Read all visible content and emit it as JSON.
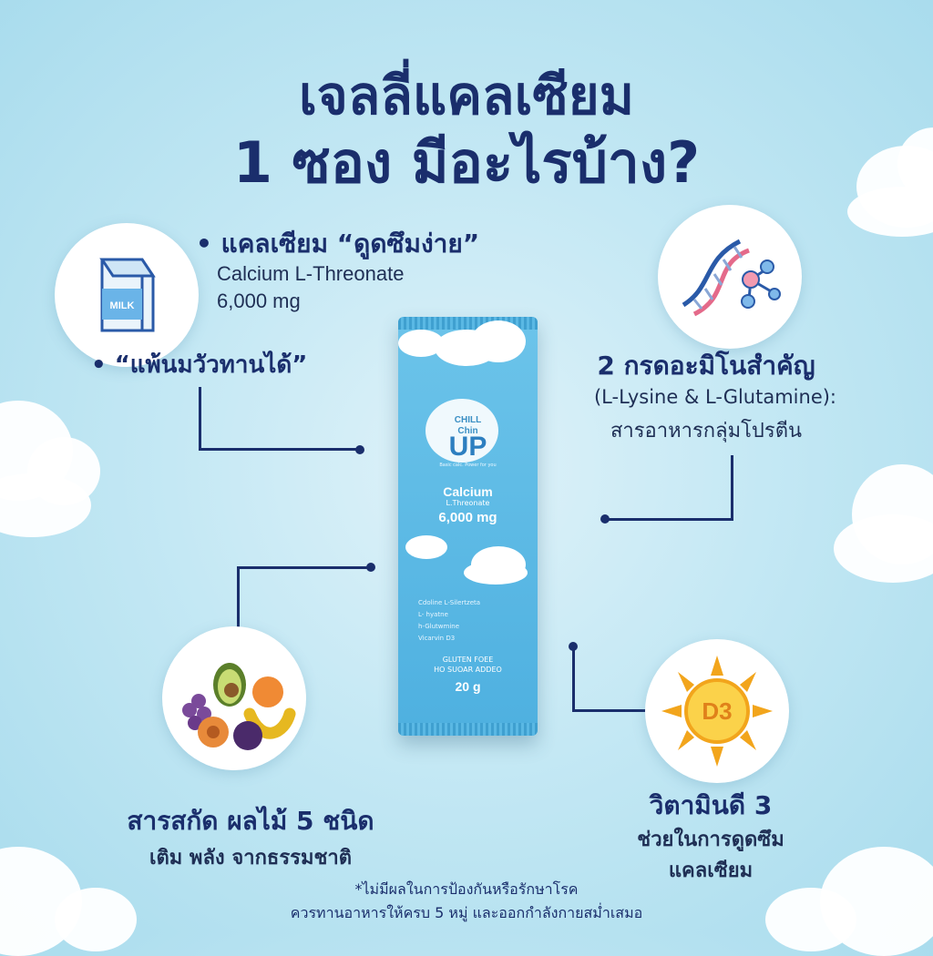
{
  "title": {
    "line1": "เจลลี่แคลเซียม",
    "line2": "1 ซอง มีอะไรบ้าง?"
  },
  "calcium": {
    "bullet": "•",
    "heading": "แคลเซียม “ดูดซึมง่าย”",
    "name": "Calcium L-Threonate",
    "amount": "6,000 mg",
    "icon_label": "MILK"
  },
  "lactose": {
    "bullet": "•",
    "text": "“แพ้นมวัวทานได้”"
  },
  "amino": {
    "heading": "2 กรดอะมิโนสำคัญ",
    "detail": "(L-Lysine & L-Glutamine):",
    "desc": "สารอาหารกลุ่มโปรตีน"
  },
  "fruits": {
    "heading": "สารสกัด ผลไม้ 5 ชนิด",
    "desc": "เติม พลัง จากธรรมชาติ"
  },
  "vitamin": {
    "heading": "วิตามินดี 3",
    "desc1": "ช่วยในการดูดซึม",
    "desc2": "แคลเซียม",
    "icon_label": "D3"
  },
  "sachet": {
    "brand1": "CHILL",
    "brand2": "Chin",
    "brand3": "UP",
    "tagline": "Basic calc. Power for you",
    "product": "Calcium",
    "sub": "L.Threonate",
    "amount": "6,000 mg",
    "ingredients": [
      "Cdoline L-Silertzeta",
      "L- hyatne",
      "h-Glutwmine",
      "Vicarvin D3"
    ],
    "claim1": "GLUTEN FOEE",
    "claim2": "HO SUOAR ADDEO",
    "weight": "20 g"
  },
  "footer": {
    "line1": "*ไม่มีผลในการป้องกันหรือรักษาโรค",
    "line2": "ควรทานอาหารให้ครบ 5 หมู่ และออกกำลังกายสม่ำเสมอ"
  },
  "colors": {
    "navy": "#1a2e6c",
    "sky": "#c4e8f4",
    "sachet": "#4eb0e0",
    "sun": "#f2a51c"
  }
}
